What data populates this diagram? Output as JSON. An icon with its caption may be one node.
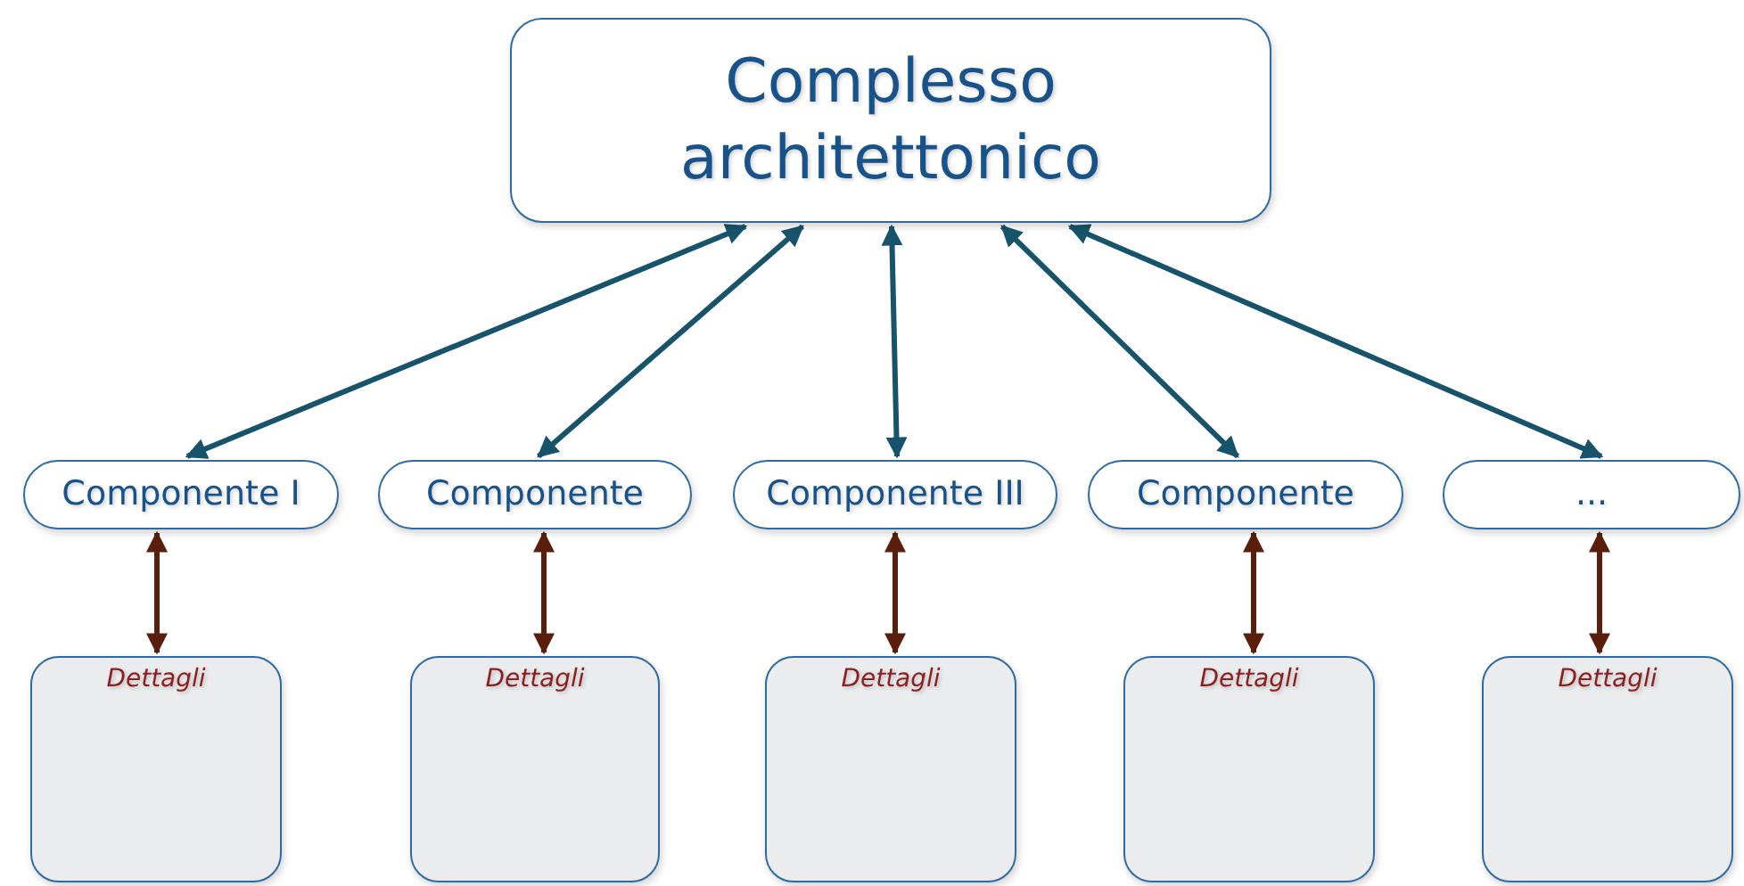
{
  "diagram": {
    "nodes": [
      {
        "text": [
          "Complesso architettonico"
        ]
      },
      {
        "text": [
          "Componente I"
        ]
      },
      {
        "text": [
          "Componente"
        ]
      },
      {
        "text": [
          "Componente III"
        ]
      },
      {
        "text": [
          "Componente"
        ]
      },
      {
        "text": [
          "..."
        ]
      },
      {
        "text": [
          "Dettagli"
        ]
      },
      {
        "text": [
          "Dettagli"
        ]
      },
      {
        "text": [
          "Dettagli"
        ]
      },
      {
        "text": [
          "Dettagli"
        ]
      },
      {
        "text": [
          "Dettagli"
        ]
      }
    ],
    "edges": [
      {
        "from": 0,
        "to": 1,
        "arrow": "both",
        "color": "#17546b"
      },
      {
        "from": 0,
        "to": 2,
        "arrow": "both",
        "color": "#17546b"
      },
      {
        "from": 0,
        "to": 3,
        "arrow": "both",
        "color": "#17546b"
      },
      {
        "from": 0,
        "to": 4,
        "arrow": "both",
        "color": "#17546b"
      },
      {
        "from": 0,
        "to": 5,
        "arrow": "both",
        "color": "#17546b"
      },
      {
        "from": 1,
        "to": 6,
        "arrow": "both",
        "color": "#5a1e0c"
      },
      {
        "from": 2,
        "to": 7,
        "arrow": "both",
        "color": "#5a1e0c"
      },
      {
        "from": 3,
        "to": 8,
        "arrow": "both",
        "color": "#5a1e0c"
      },
      {
        "from": 4,
        "to": 9,
        "arrow": "both",
        "color": "#5a1e0c"
      },
      {
        "from": 5,
        "to": 10,
        "arrow": "both",
        "color": "#5a1e0c"
      }
    ]
  }
}
